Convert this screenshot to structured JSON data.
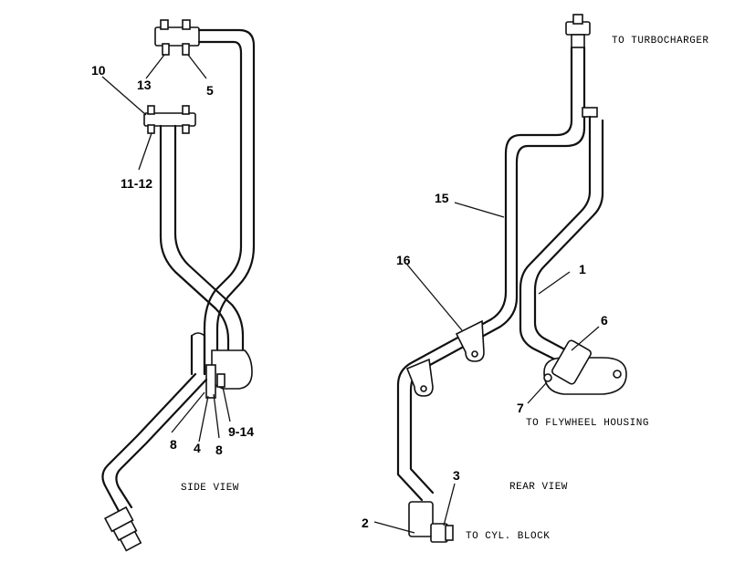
{
  "labels": {
    "to_turbocharger": "TO TURBOCHARGER",
    "to_flywheel_housing": "TO FLYWHEEL HOUSING",
    "to_cyl_block": "TO CYL. BLOCK",
    "side_view": "SIDE VIEW",
    "rear_view": "REAR VIEW"
  },
  "callouts": {
    "c1": "1",
    "c2": "2",
    "c3": "3",
    "c4": "4",
    "c5": "5",
    "c6": "6",
    "c7": "7",
    "c8a": "8",
    "c8b": "8",
    "c9_14": "9-14",
    "c10": "10",
    "c11_12": "11-12",
    "c13": "13",
    "c15": "15",
    "c16": "16"
  }
}
